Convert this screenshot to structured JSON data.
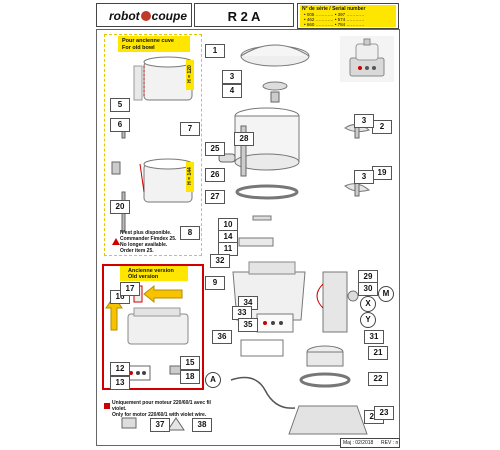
{
  "header": {
    "brand_left": "robot",
    "brand_right": "coupe",
    "model": "R 2 A",
    "serial_title_fr": "N° de série / Serial number",
    "serial_lines": [
      "• 005 ………… • 397 …………",
      "• 462 ………… • 574 …………",
      "• 660 ………… • 784 …………"
    ]
  },
  "old_bowl": {
    "title_fr": "Pour ancienne cuve",
    "title_en": "For old bowl",
    "h_top": "H = 120",
    "h_bottom": "H = 144",
    "note_lines": [
      "N'est plus disponible.",
      "Commander Fimdex 25.",
      "No longer available.",
      "Order item 25."
    ]
  },
  "old_version": {
    "title_fr": "Ancienne version",
    "title_en": "Old version"
  },
  "footer_note": {
    "line_fr": "Uniquement pour moteur 220/60/1 avec fil violet.",
    "line_en": "Only for motor 220/60/1 with violet wire."
  },
  "footer_bar": {
    "left": "Maj : 02/2018",
    "right": "REV : n"
  },
  "parts": [
    "1",
    "2",
    "3",
    "4",
    "5",
    "6",
    "7",
    "8",
    "9",
    "10",
    "11",
    "12",
    "13",
    "14",
    "15",
    "16",
    "17",
    "18",
    "19",
    "20",
    "21",
    "22",
    "23",
    "24",
    "25",
    "26",
    "27",
    "28",
    "29",
    "30",
    "31",
    "32",
    "33",
    "34",
    "35",
    "36",
    "37",
    "38"
  ],
  "circles": [
    "A",
    "M",
    "X",
    "Y"
  ],
  "colors": {
    "highlight_red": "#d10000",
    "accent_yellow": "#ffe600",
    "arrow_yellow": "#f7c300"
  }
}
